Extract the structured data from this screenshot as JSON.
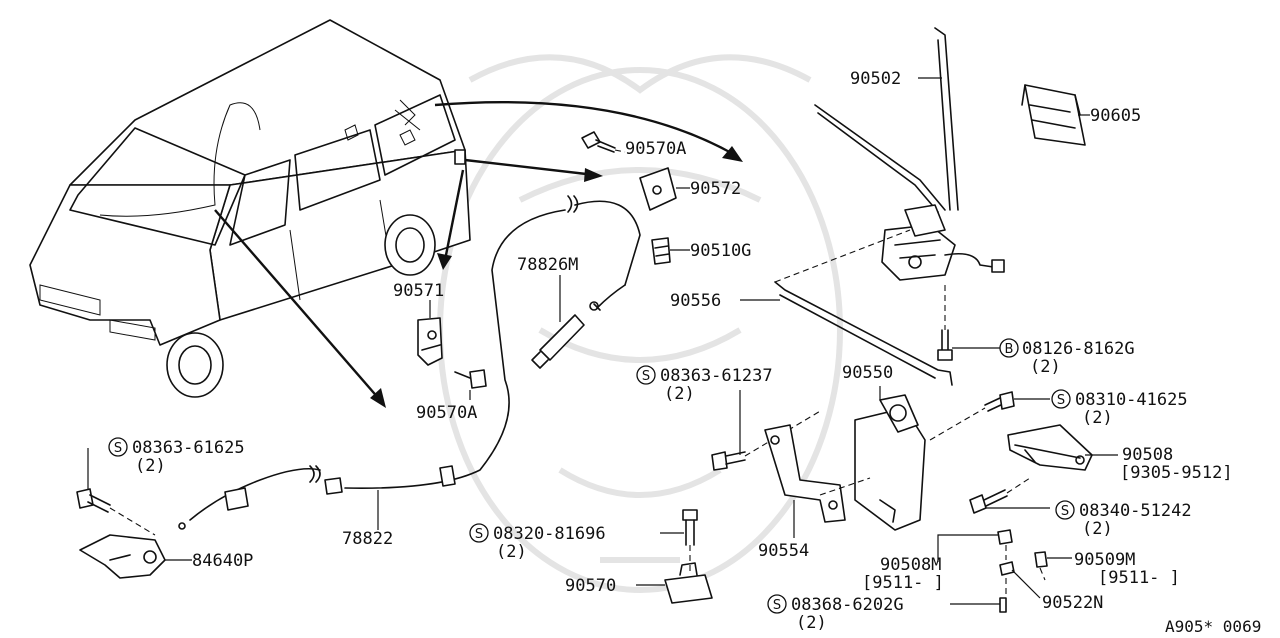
{
  "labels": {
    "p90502": "90502",
    "p90605": "90605",
    "p90570A_top": "90570A",
    "p90572": "90572",
    "p90510G": "90510G",
    "p78826M": "78826M",
    "p90556": "90556",
    "p90571": "90571",
    "p90570A_mid": "90570A",
    "p08126": "08126-8162G",
    "p08126_qty": "(2)",
    "p08363_61237": "08363-61237",
    "p08363_61237_qty": "(2)",
    "p90550": "90550",
    "p08310": "08310-41625",
    "p08310_qty": "(2)",
    "p08363_61625": "08363-61625",
    "p08363_61625_qty": "(2)",
    "p90508": "90508",
    "p90508_range": "[9305-9512]",
    "p08340": "08340-51242",
    "p08340_qty": "(2)",
    "p78822": "78822",
    "p08320": "08320-81696",
    "p08320_qty": "(2)",
    "p90554": "90554",
    "p84640P": "84640P",
    "p90508M": "90508M",
    "p90508M_range": "[9511-     ]",
    "p90509M": "90509M",
    "p90509M_range": "[9511-     ]",
    "p90570": "90570",
    "p90522N": "90522N",
    "p08368": "08368-6202G",
    "p08368_qty": "(2)",
    "ref_code": "A905* 0069"
  },
  "symbols": {
    "S": "S",
    "B": "B"
  }
}
